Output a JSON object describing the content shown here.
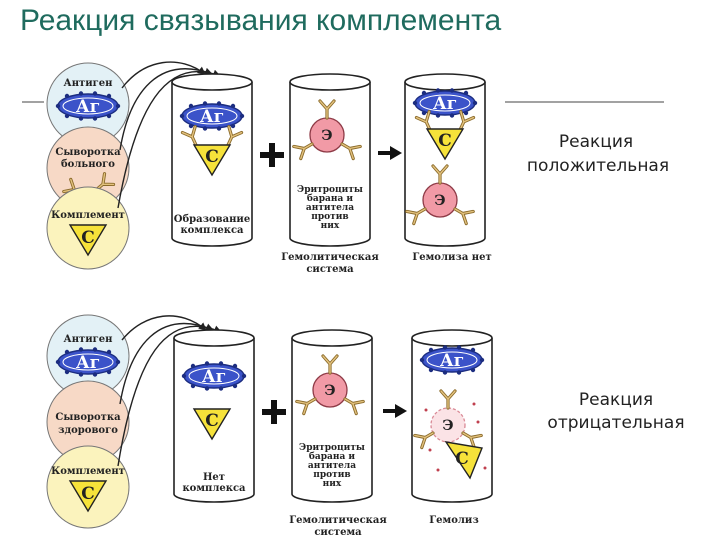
{
  "title": "Реакция связывания комплемента",
  "rows": [
    {
      "result_line1": "Реакция",
      "result_line2": "положительная",
      "circle_antigen_label": "Антиген",
      "antigen_symbol": "Аг",
      "circle_serum_line1": "Сыворотка",
      "circle_serum_line2": "больного",
      "circle_complement_label": "Комплемент",
      "complement_symbol": "С",
      "tube1_caption": [
        "Образование",
        "комплекса"
      ],
      "erythrocyte_symbol": "Э",
      "tube2_caption": [
        "Эритроциты",
        "барана и",
        "антитела",
        "против",
        "них"
      ],
      "system_caption": [
        "Гемолитическая",
        "система"
      ],
      "result_caption": [
        "Гемолиза нет"
      ]
    },
    {
      "result_line1": "Реакция",
      "result_line2": "отрицательная",
      "circle_antigen_label": "Антиген",
      "antigen_symbol": "Аг",
      "circle_serum_line1": "Сыворотка",
      "circle_serum_line2": "здорового",
      "circle_complement_label": "Комплемент",
      "complement_symbol": "С",
      "tube1_caption": [
        "Нет",
        "комплекса"
      ],
      "erythrocyte_symbol": "Э",
      "tube2_caption": [
        "Эритроциты",
        "барана и",
        "антитела",
        "против",
        "них"
      ],
      "system_caption": [
        "Гемолитическая",
        "система"
      ],
      "result_caption": [
        "Гемолиз"
      ]
    }
  ],
  "colors": {
    "title": "#1f6b5e",
    "antigen_fill": "#3b53c9",
    "antigen_circle": "#e3f1f6",
    "serum_circle": "#f7d9c6",
    "complement_circle": "#fbf3bd",
    "complement_triangle": "#f6e23a",
    "erythrocyte": "#f19aa6",
    "antibody": "#c9a35a"
  }
}
